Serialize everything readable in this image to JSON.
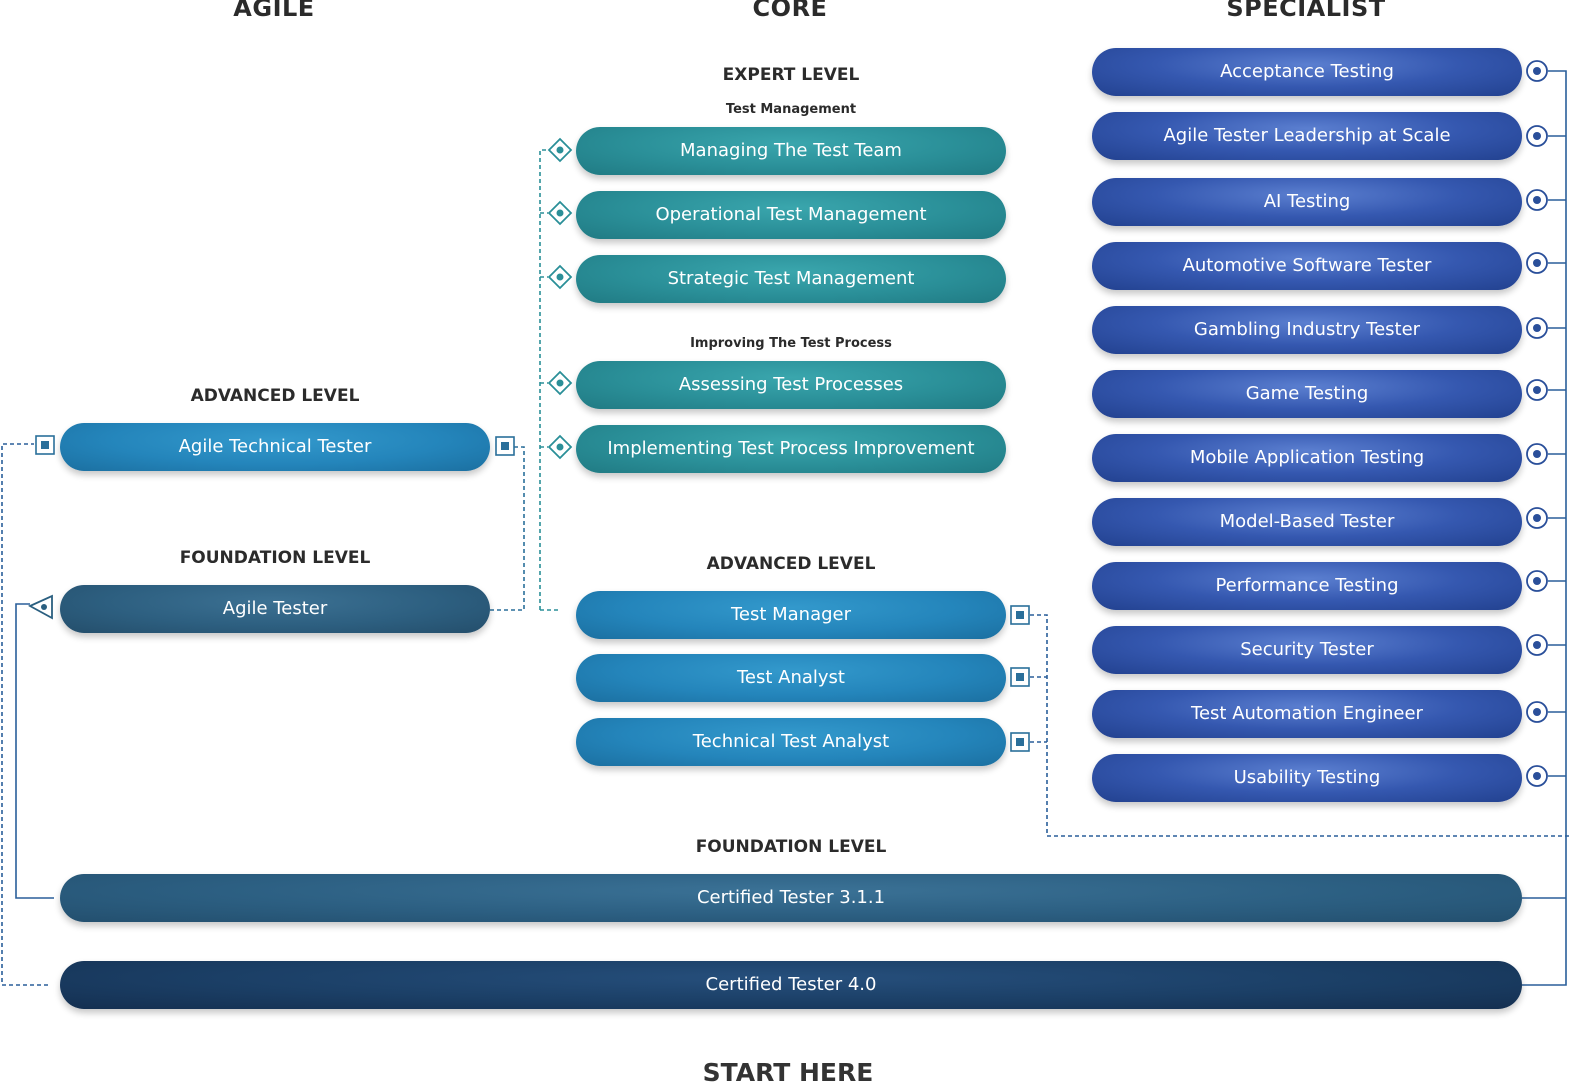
{
  "columns": {
    "agile": "AGILE",
    "core": "CORE",
    "specialist": "SPECIALIST"
  },
  "agile": {
    "advanced_heading": "ADVANCED LEVEL",
    "advanced_items": [
      "Agile Technical Tester"
    ],
    "foundation_heading": "FOUNDATION LEVEL",
    "foundation_items": [
      "Agile Tester"
    ]
  },
  "core": {
    "expert_heading": "EXPERT LEVEL",
    "test_management_heading": "Test Management",
    "test_management_items": [
      "Managing The Test Team",
      "Operational Test Management",
      "Strategic Test Management"
    ],
    "improving_heading": "Improving The Test Process",
    "improving_items": [
      "Assessing Test Processes",
      "Implementing Test Process Improvement"
    ],
    "advanced_heading": "ADVANCED LEVEL",
    "advanced_items": [
      "Test Manager",
      "Test Analyst",
      "Technical Test Analyst"
    ]
  },
  "specialist": {
    "items": [
      "Acceptance Testing",
      "Agile Tester Leadership at Scale",
      "AI Testing",
      "Automotive Software Tester",
      "Gambling Industry Tester",
      "Game Testing",
      "Mobile Application Testing",
      "Model-Based Tester",
      "Performance Testing",
      "Security Tester",
      "Test Automation Engineer",
      "Usability Testing"
    ]
  },
  "foundation": {
    "heading": "FOUNDATION LEVEL",
    "items": [
      "Certified Tester 3.1.1",
      "Certified Tester 4.0"
    ]
  },
  "start_label": "START HERE",
  "colors": {
    "teal": "#2a8f98",
    "blue": "#2485bb",
    "slate": "#2d5f80",
    "navy": "#3558b0",
    "dark_navy": "#1b3f66",
    "connector_teal": "#2a8f98",
    "connector_blue": "#2a5f9a"
  }
}
